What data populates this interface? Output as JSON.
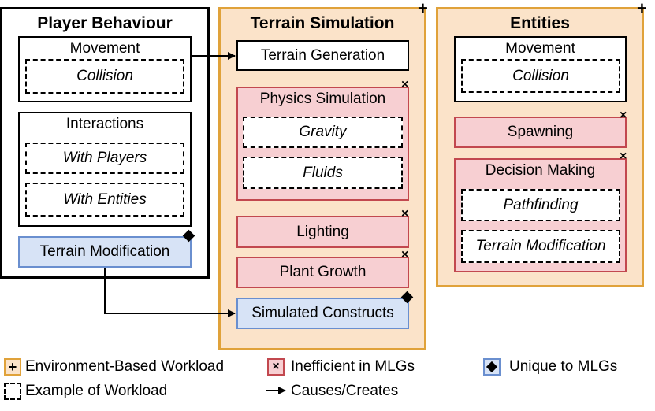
{
  "player": {
    "title": "Player Behaviour",
    "movement": "Movement",
    "collision": "Collision",
    "interactions": "Interactions",
    "with_players": "With Players",
    "with_entities": "With Entities",
    "terrain_mod": "Terrain Modification"
  },
  "terrain": {
    "title": "Terrain Simulation",
    "generation": "Terrain Generation",
    "physics": "Physics Simulation",
    "gravity": "Gravity",
    "fluids": "Fluids",
    "lighting": "Lighting",
    "plant_growth": "Plant Growth",
    "simulated_constructs": "Simulated Constructs"
  },
  "entities": {
    "title": "Entities",
    "movement": "Movement",
    "collision": "Collision",
    "spawning": "Spawning",
    "decision": "Decision Making",
    "pathfinding": "Pathfinding",
    "terrain_mod": "Terrain Modification"
  },
  "marks": {
    "plus": "+",
    "x": "×"
  },
  "legend": {
    "env": "Environment-Based Workload",
    "inefficient": "Inefficient in MLGs",
    "unique": "Unique to MLGs",
    "example": "Example of Workload",
    "causes": "Causes/Creates"
  },
  "colors": {
    "orange_fill": "#fbe3c9",
    "orange_border": "#e0a23a",
    "red_fill": "#f7cfd2",
    "red_border": "#c2484f",
    "blue_fill": "#d7e3f6",
    "blue_border": "#6a8fcf"
  }
}
